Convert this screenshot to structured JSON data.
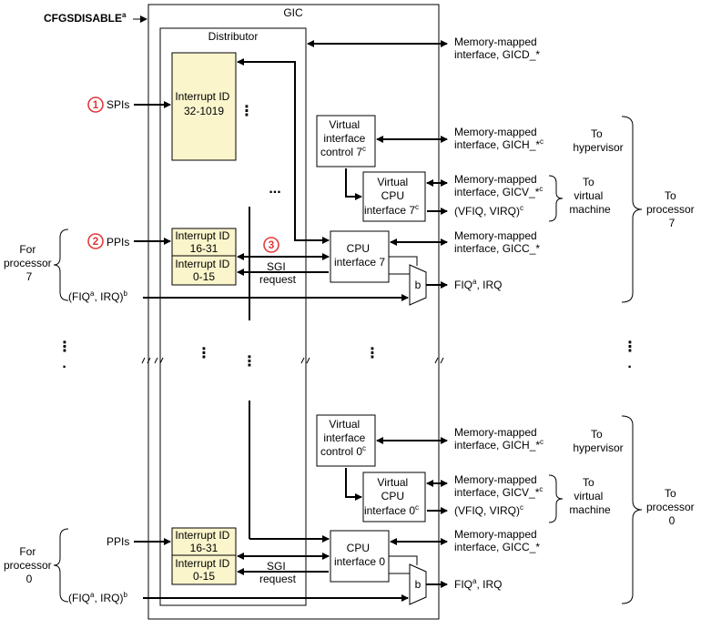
{
  "colors": {
    "interrupt_fill": "#fbf5cc",
    "marker": "#e23a3a"
  },
  "labels": {
    "cfgsdisable": "CFGSDISABLE",
    "cfgsdisable_sup": "a",
    "gic": "GIC",
    "distributor": "Distributor",
    "spis": "SPIs",
    "ppis": "PPIs",
    "marker_1": "1",
    "marker_2": "2",
    "marker_3": "3",
    "int_32_1019": [
      "Interrupt ID",
      "32-1019"
    ],
    "int_16_31": [
      "Interrupt ID",
      "16-31"
    ],
    "int_0_15": [
      "Interrupt ID",
      "0-15"
    ],
    "sgi_request": [
      "SGI",
      "request"
    ],
    "vic7": [
      "Virtual",
      "interface",
      "control 7"
    ],
    "vic0": [
      "Virtual",
      "interface",
      "control 0"
    ],
    "vcpu7": [
      "Virtual",
      "CPU",
      "interface 7"
    ],
    "vcpu0": [
      "Virtual",
      "CPU",
      "interface 0"
    ],
    "cpu7": [
      "CPU",
      "interface 7"
    ],
    "cpu0": [
      "CPU",
      "interface 0"
    ],
    "sup_c": "c",
    "sup_b": "b",
    "mux": "b",
    "mm_gicd": [
      "Memory-mapped",
      "interface, GICD_*"
    ],
    "mm_gich": [
      "Memory-mapped",
      "interface, GICH_*"
    ],
    "mm_gicv": [
      "Memory-mapped",
      "interface, GICV_*"
    ],
    "mm_gicc": [
      "Memory-mapped",
      "interface, GICC_*"
    ],
    "vfiq_virq": "(VFIQ, VIRQ)",
    "fiq_irq_out": [
      "FIQ",
      ", IRQ"
    ],
    "fiq_irq_in": [
      "(FIQ",
      ", IRQ)"
    ],
    "to_hypervisor": [
      "To",
      "hypervisor"
    ],
    "to_virtual_machine": [
      "To",
      "virtual",
      "machine"
    ],
    "to_processor_7": [
      "To",
      "processor",
      "7"
    ],
    "to_processor_0": [
      "To",
      "processor",
      "0"
    ],
    "for_processor_7": [
      "For",
      "processor",
      "7"
    ],
    "for_processor_0": [
      "For",
      "processor",
      "0"
    ],
    "ellipsis_h": "..."
  }
}
